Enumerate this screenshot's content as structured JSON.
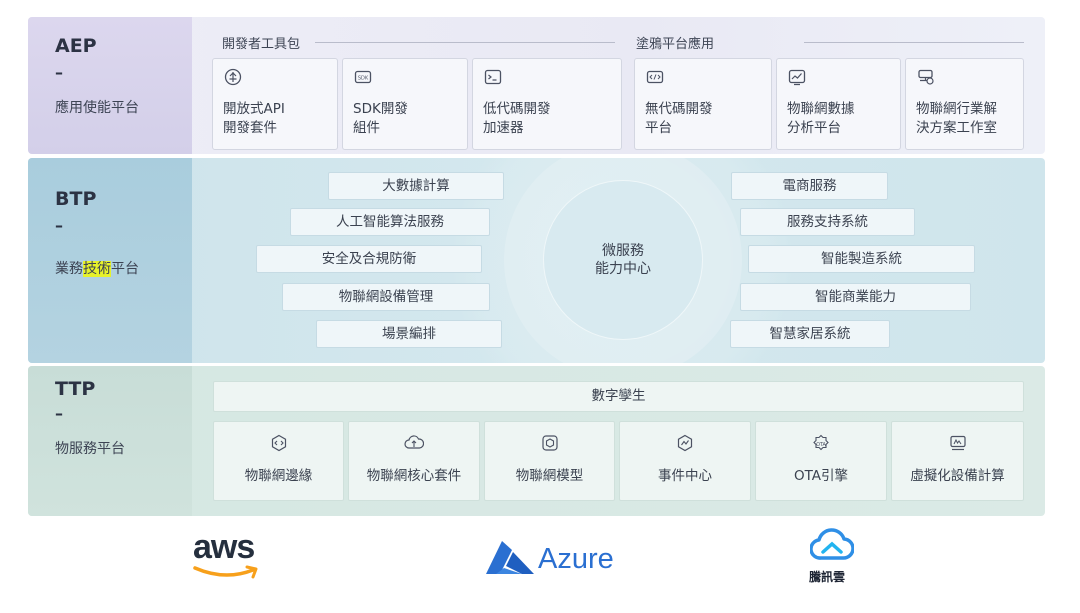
{
  "aep": {
    "title": "AEP",
    "dash": "–",
    "subtitle": "應用使能平台",
    "group1": "開發者工具包",
    "group2": "塗鴉平台應用",
    "cards": [
      {
        "icon": "api-icon",
        "line1": "開放式API",
        "line2": "開發套件"
      },
      {
        "icon": "sdk-icon",
        "line1": "SDK開發",
        "line2": "組件"
      },
      {
        "icon": "terminal-icon",
        "line1": "低代碼開發",
        "line2": "加速器"
      },
      {
        "icon": "code-icon",
        "line1": "無代碼開發",
        "line2": "平台"
      },
      {
        "icon": "chart-icon",
        "line1": "物聯網數據",
        "line2": "分析平台"
      },
      {
        "icon": "industry-icon",
        "line1": "物聯網行業解",
        "line2": "決方案工作室"
      }
    ]
  },
  "btp": {
    "title": "BTP",
    "dash": "–",
    "subtitle_pre": "業務",
    "subtitle_hl": "技術",
    "subtitle_post": "平台",
    "left": [
      "大數據計算",
      "人工智能算法服務",
      "安全及合規防衛",
      "物聯網設備管理",
      "場景編排"
    ],
    "right": [
      "電商服務",
      "服務支持系統",
      "智能製造系統",
      "智能商業能力",
      "智慧家居系統"
    ],
    "core_line1": "微服務",
    "core_line2": "能力中心"
  },
  "ttp": {
    "title": "TTP",
    "dash": "–",
    "subtitle": "物服務平台",
    "twin": "數字孿生",
    "cards": [
      {
        "icon": "edge-icon",
        "label": "物聯網邊緣"
      },
      {
        "icon": "cloud-core-icon",
        "label": "物聯網核心套件"
      },
      {
        "icon": "model-icon",
        "label": "物聯網模型"
      },
      {
        "icon": "event-icon",
        "label": "事件中心"
      },
      {
        "icon": "ota-icon",
        "label": "OTA引擎"
      },
      {
        "icon": "virtual-device-icon",
        "label": "虛擬化設備計算"
      }
    ]
  },
  "logos": {
    "aws": "aws",
    "azure": "Azure",
    "tencent": "騰訊雲"
  },
  "colors": {
    "aws_orange": "#f7a01b",
    "azure_blue": "#2a6fd1",
    "tencent_blue": "#2f8fe6"
  }
}
